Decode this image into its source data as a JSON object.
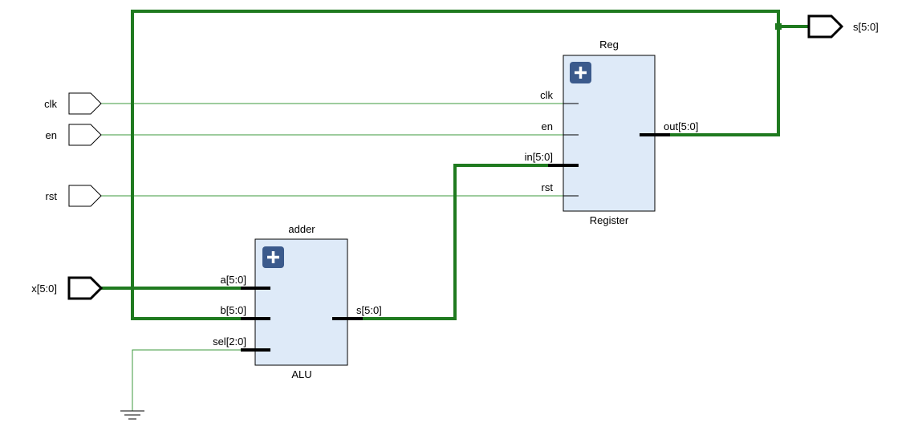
{
  "inputs": {
    "clk": "clk",
    "en": "en",
    "rst": "rst",
    "x": "x[5:0]"
  },
  "outputs": {
    "s": "s[5:0]"
  },
  "register": {
    "instance": "Reg",
    "type": "Register",
    "pins": {
      "clk": "clk",
      "en": "en",
      "in": "in[5:0]",
      "rst": "rst",
      "out": "out[5:0]"
    }
  },
  "alu": {
    "instance": "adder",
    "type": "ALU",
    "pins": {
      "a": "a[5:0]",
      "b": "b[5:0]",
      "sel": "sel[2:0]",
      "s": "s[5:0]"
    }
  },
  "colors": {
    "wire": "#3c9a3c",
    "bus": "#1f7a1f",
    "block_fill": "#deeaf8",
    "expand_icon": "#3b5a8c"
  }
}
